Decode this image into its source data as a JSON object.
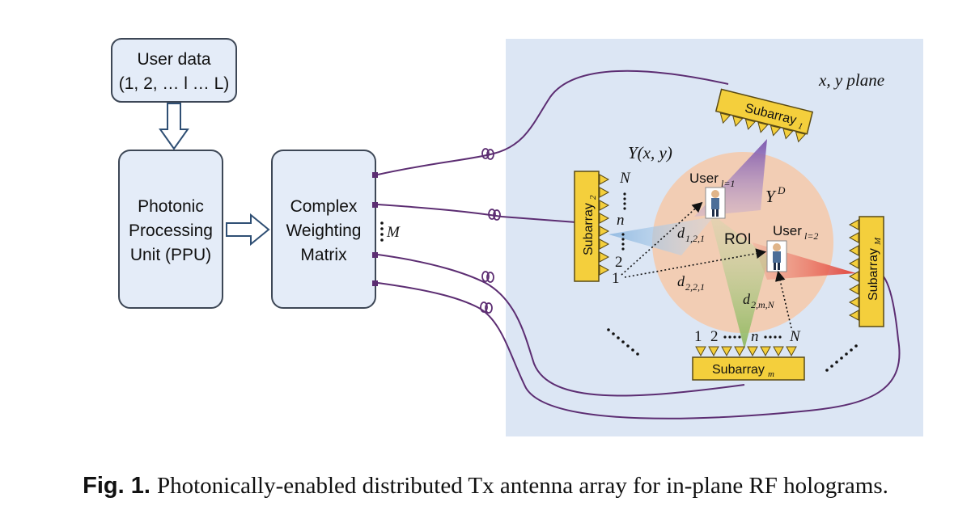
{
  "blocks": {
    "user_data": {
      "line1": "User data",
      "line2": "(1, 2, … l … L)"
    },
    "ppu": {
      "line1": "Photonic",
      "line2": "Processing",
      "line3": "Unit (PPU)"
    },
    "cwm": {
      "line1": "Complex",
      "line2": "Weighting",
      "line3": "Matrix"
    },
    "port_count_label": "M"
  },
  "plane": {
    "label": "x, y plane",
    "field_label": "Y(x, y)",
    "desired_field_label": "Y",
    "desired_field_sup": "D",
    "roi_label": "ROI"
  },
  "subarrays": [
    {
      "base": "Subarray",
      "sub": "1"
    },
    {
      "base": "Subarray",
      "sub": "2"
    },
    {
      "base": "Subarray",
      "sub": "m"
    },
    {
      "base": "Subarray",
      "sub": "M"
    }
  ],
  "users": [
    {
      "base": "User",
      "sub": "l=1"
    },
    {
      "base": "User",
      "sub": "l=2"
    }
  ],
  "distances": [
    {
      "base": "d",
      "sub": "1,2,1"
    },
    {
      "base": "d",
      "sub": "2,2,1"
    },
    {
      "base": "d",
      "sub": "2,m,N"
    }
  ],
  "element_indices": {
    "subarray2": [
      "N",
      "n",
      "2",
      "1"
    ],
    "subarray_m": [
      "1",
      "2",
      "n",
      "N"
    ]
  },
  "caption": {
    "label": "Fig. 1.",
    "text": "Photonically-enabled distributed Tx antenna array for in-plane RF holograms."
  },
  "colors": {
    "block_fill": "#e4ecf8",
    "block_stroke": "#3d4756",
    "plane_fill": "#dce6f4",
    "fiber": "#5c2d72",
    "subarray_fill": "#f4cf3c",
    "subarray_stroke": "#5a4a14",
    "roi_fill": "#f6c8a8",
    "beam_purple": "#8d6ab8",
    "beam_red": "#e4463a",
    "beam_green": "#a6c27a",
    "beam_blue": "#a9c8e6"
  }
}
